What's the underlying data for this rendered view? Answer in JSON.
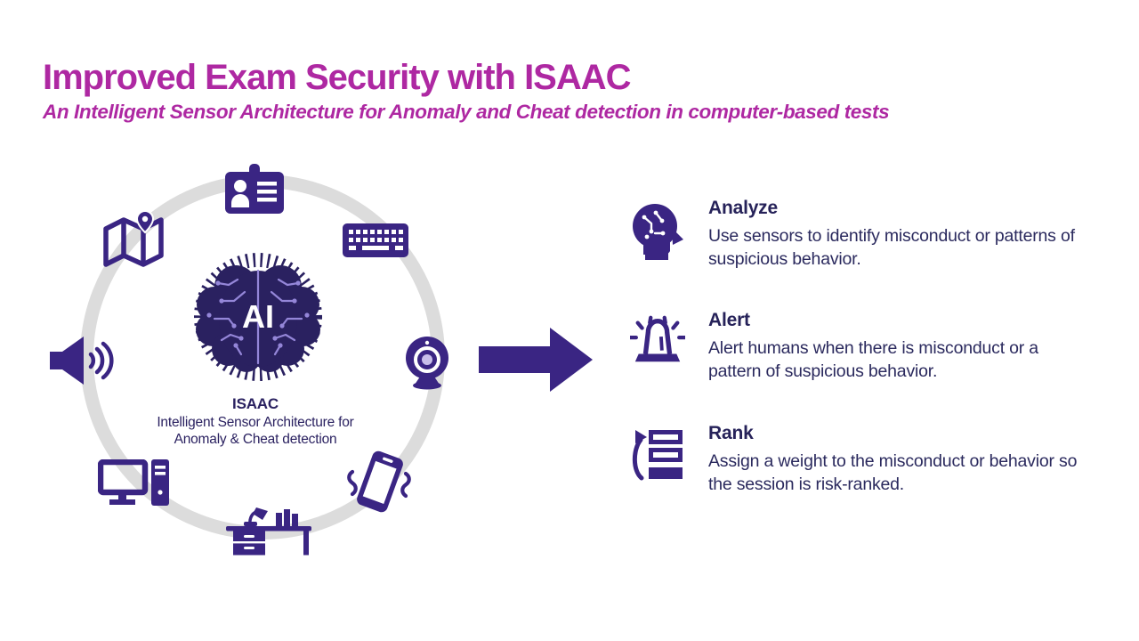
{
  "slide": {
    "title": "Improved Exam Security with ISAAC",
    "subtitle": "An Intelligent Sensor Architecture for Anomaly and Cheat detection in computer-based tests"
  },
  "diagram": {
    "ai_label": "AI",
    "center_title": "ISAAC",
    "center_description": "Intelligent Sensor Architecture for Anomaly & Cheat detection",
    "sensor_icons": [
      "id-badge-icon",
      "keyboard-icon",
      "webcam-icon",
      "vibrating-phone-icon",
      "desk-lamp-icon",
      "desktop-computer-icon",
      "speaker-icon",
      "map-location-icon"
    ]
  },
  "features": [
    {
      "icon": "head-circuit-icon",
      "title": "Analyze",
      "description": "Use sensors to identify misconduct or patterns of suspicious behavior."
    },
    {
      "icon": "siren-icon",
      "title": "Alert",
      "description": "Alert humans when there is misconduct or a pattern of suspicious behavior."
    },
    {
      "icon": "rank-icon",
      "title": "Rank",
      "description": "Assign a weight to the misconduct or behavior so the session is risk-ranked."
    }
  ],
  "colors": {
    "title_magenta": "#AE28A2",
    "icon_indigo": "#3A2583",
    "brain_navy": "#2A2160",
    "circuit_lavender": "#9486D8",
    "ring_gray": "#DCDCDC",
    "text_navy": "#2B2A5E"
  }
}
